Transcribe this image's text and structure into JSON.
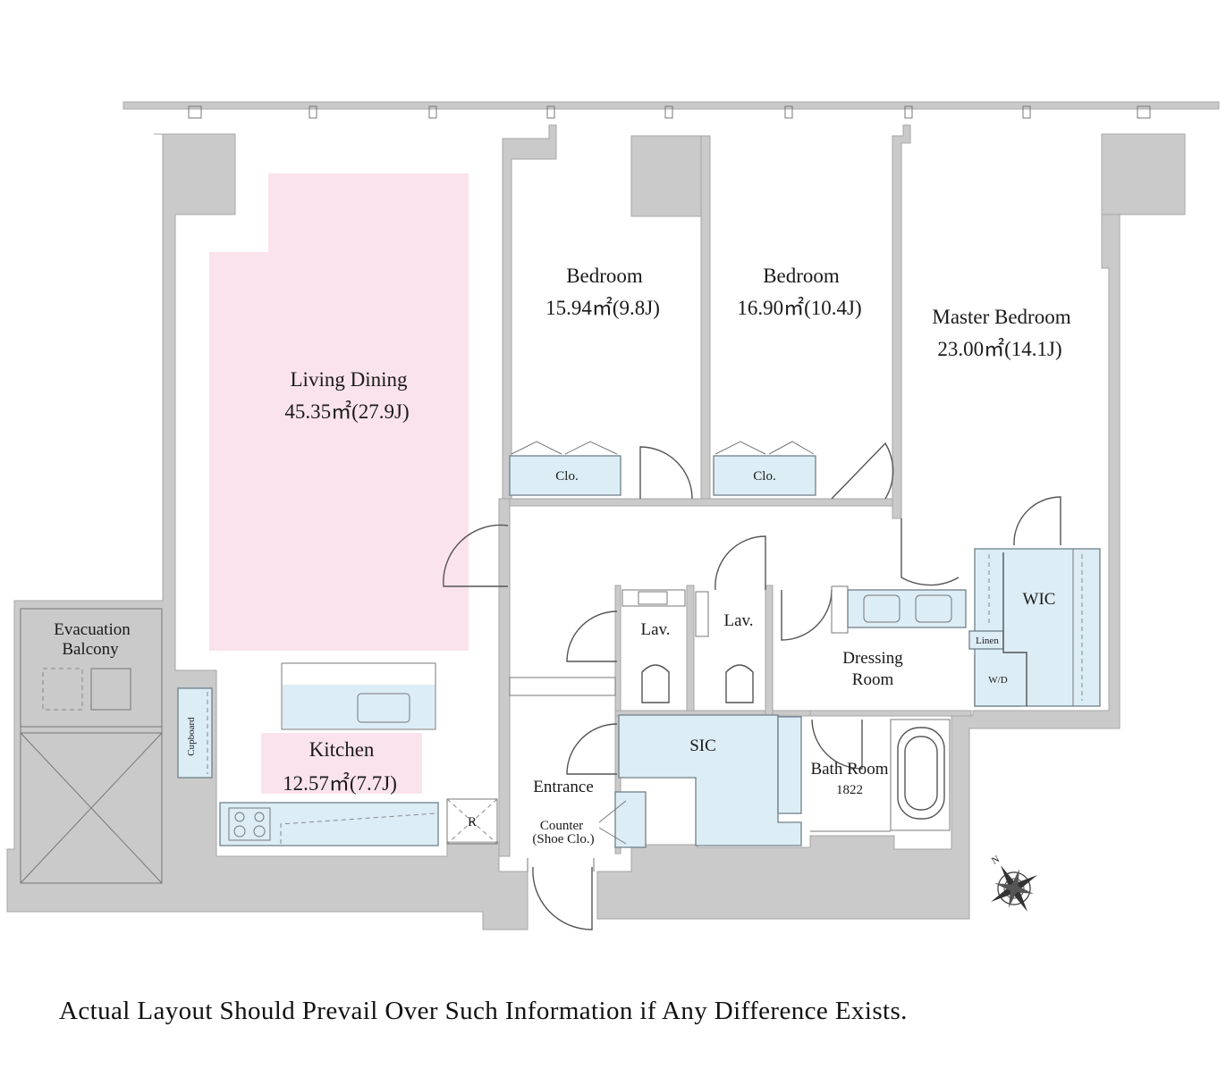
{
  "rooms": {
    "living_dining": {
      "name": "Living Dining",
      "area": "45.35㎡(27.9J)"
    },
    "bedroom_1": {
      "name": "Bedroom",
      "area": "15.94㎡(9.8J)"
    },
    "bedroom_2": {
      "name": "Bedroom",
      "area": "16.90㎡(10.4J)"
    },
    "master_bedroom": {
      "name": "Master Bedroom",
      "area": "23.00㎡(14.1J)"
    },
    "kitchen": {
      "name": "Kitchen",
      "area": "12.57㎡(7.7J)"
    },
    "evacuation_balcony": {
      "line1": "Evacuation",
      "line2": "Balcony"
    },
    "entrance": {
      "name": "Entrance"
    },
    "counter": {
      "line1": "Counter",
      "line2": "(Shoe Clo.)"
    },
    "sic": {
      "name": "SIC"
    },
    "lav_1": {
      "name": "Lav."
    },
    "lav_2": {
      "name": "Lav."
    },
    "dressing_room": {
      "line1": "Dressing",
      "line2": "Room"
    },
    "bath_room": {
      "name": "Bath Room",
      "size": "1822"
    },
    "wic": {
      "name": "WIC"
    },
    "linen": {
      "name": "Linen"
    },
    "wd": {
      "name": "W/D"
    },
    "closet_1": {
      "name": "Clo."
    },
    "closet_2": {
      "name": "Clo."
    },
    "cupboard": {
      "name": "Cupboard"
    },
    "refrigerator": {
      "name": "R"
    }
  },
  "compass": {
    "north_label": "N"
  },
  "disclaimer": "Actual Layout Should Prevail Over Such Information if Any Difference Exists.",
  "colors": {
    "wall": "#cacaca",
    "living_highlight": "#fae3ec",
    "storage_fill": "#dcedf6"
  }
}
